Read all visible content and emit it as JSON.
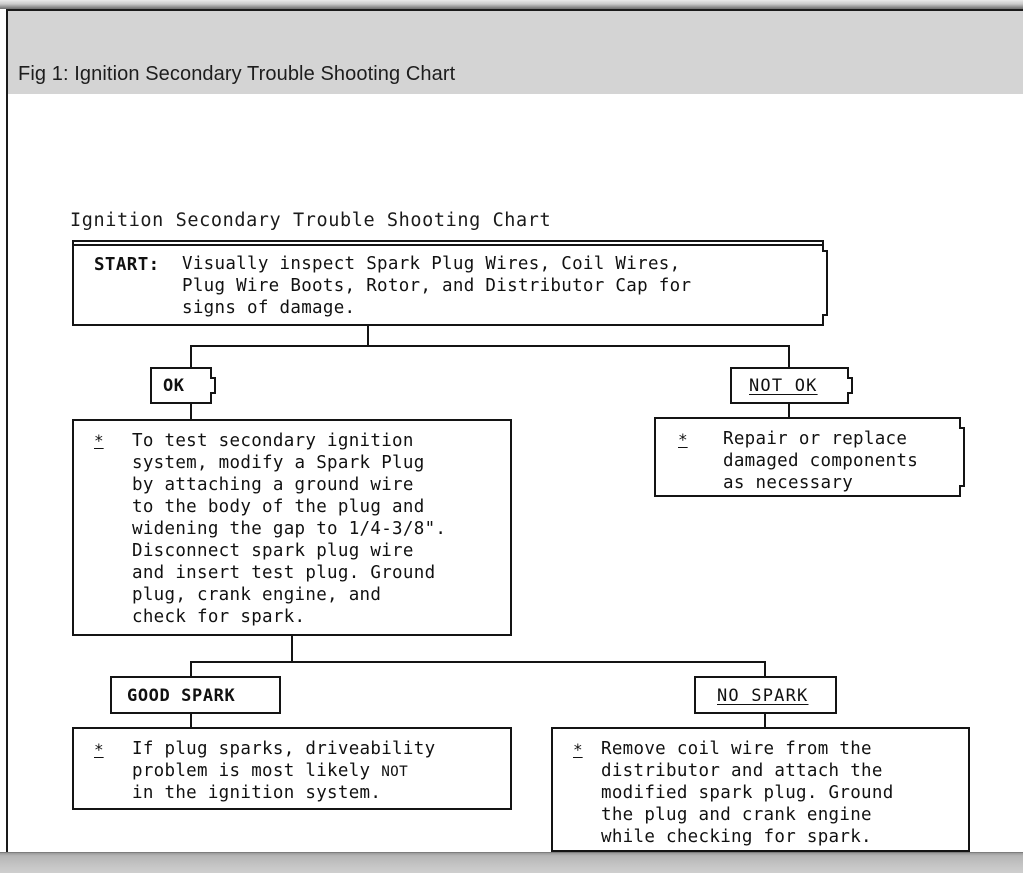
{
  "window": {
    "header_title": "Fig 1: Ignition Secondary Trouble Shooting Chart"
  },
  "chart": {
    "title": "Ignition Secondary Trouble Shooting Chart",
    "bullet_glyph": "*",
    "nodes": {
      "start": {
        "label": "START:",
        "line1": "Visually inspect Spark Plug Wires, Coil Wires,",
        "line2": "Plug Wire Boots, Rotor, and Distributor Cap for",
        "line3": "signs of damage."
      },
      "ok": {
        "label": "OK"
      },
      "not_ok": {
        "label": "NOT OK"
      },
      "test_procedure": {
        "line1": "To test secondary ignition",
        "line2": "system, modify a Spark Plug",
        "line3": "by attaching a ground wire",
        "line4": "to the body of the plug and",
        "line5": "widening the gap to 1/4-3/8\".",
        "line6": "Disconnect spark plug wire",
        "line7": "and insert test plug. Ground",
        "line8": "plug, crank engine, and",
        "line9": "check for spark."
      },
      "repair": {
        "line1": "Repair or replace",
        "line2": "damaged components",
        "line3": "as necessary"
      },
      "good_spark": {
        "label": "GOOD SPARK"
      },
      "no_spark": {
        "label": "NO SPARK"
      },
      "driveability": {
        "line1a": "If plug sparks, driveability",
        "line2a": "problem is most likely ",
        "line2b": "NOT",
        "line3a": "in the ignition system."
      },
      "coil_test": {
        "line1": "Remove coil wire from the",
        "line2": "distributor and attach the",
        "line3": "modified spark plug. Ground",
        "line4": "the plug and crank engine",
        "line5": "while checking for spark."
      }
    }
  },
  "colors": {
    "header_bg": "#d4d4d4",
    "ink": "#141414",
    "canvas": "#ffffff"
  }
}
